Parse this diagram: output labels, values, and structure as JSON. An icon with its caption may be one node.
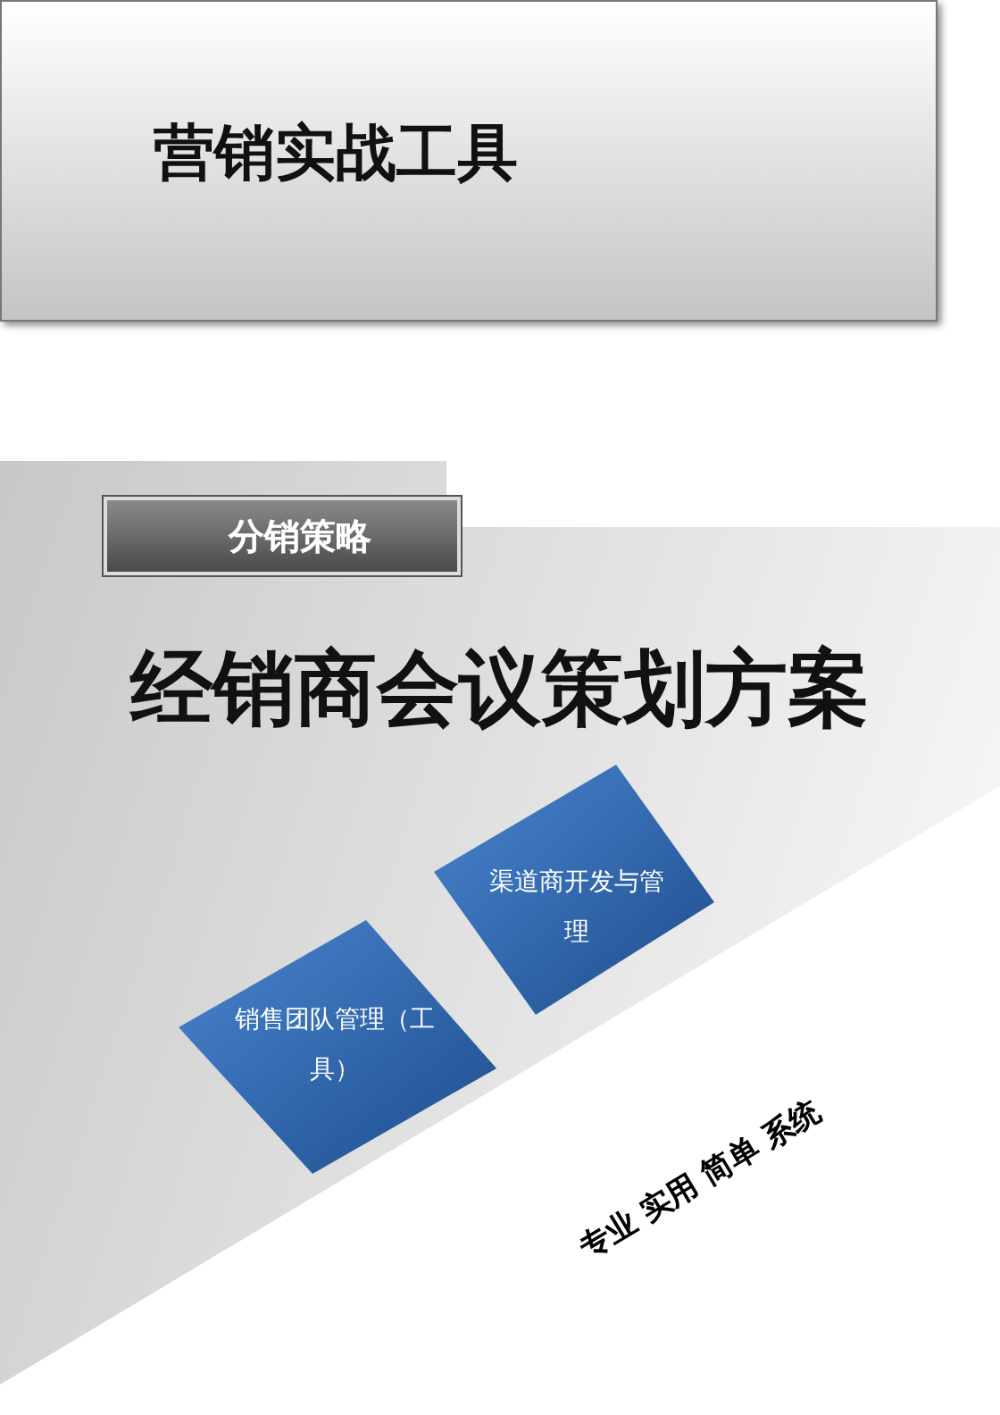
{
  "diagram": {
    "title": "经销商会议策划方案",
    "nodes": [
      {
        "text": [
          "营销实战工具"
        ]
      },
      {
        "text": [
          "分销策略"
        ]
      },
      {
        "text": [
          "渠道商开发与管理"
        ]
      },
      {
        "text": [
          "销售团队管理（工具）"
        ]
      }
    ],
    "labels": [
      "专业 实用 简单 系统"
    ]
  }
}
